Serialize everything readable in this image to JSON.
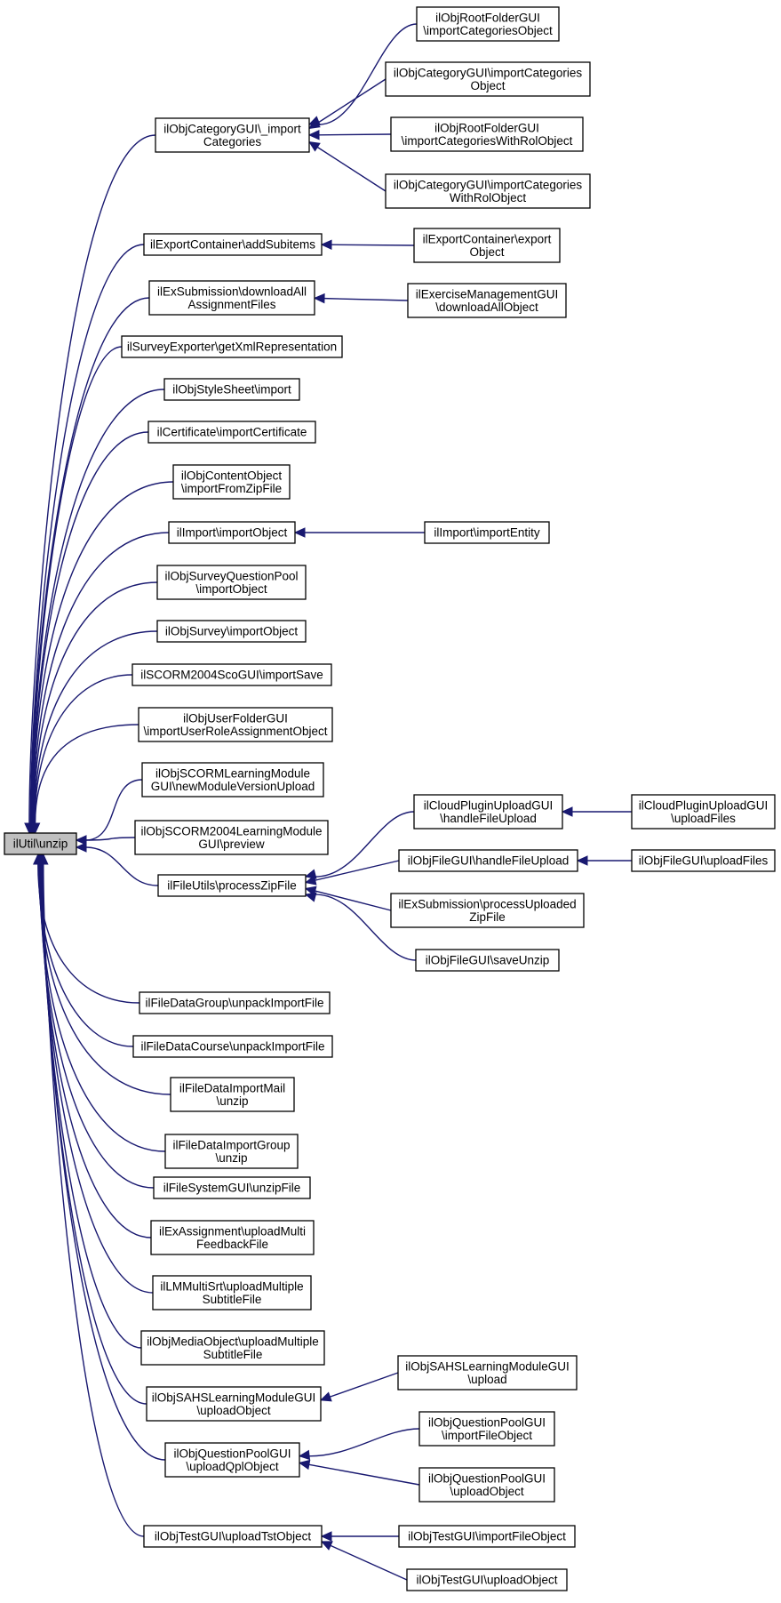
{
  "colors": {
    "edge": "#191970",
    "root_fill": "#bfbfbf",
    "node_fill": "#ffffff",
    "node_stroke": "#000000"
  },
  "nodes": {
    "root": [
      "ilUtil\\unzip"
    ],
    "cat_import": [
      "ilObjCategoryGUI\\_import",
      "Categories"
    ],
    "rf_impcat": [
      "ilObjRootFolderGUI",
      "\\importCategoriesObject"
    ],
    "cg_impcat": [
      "ilObjCategoryGUI\\importCategories",
      "Object"
    ],
    "rf_impcatrol": [
      "ilObjRootFolderGUI",
      "\\importCategoriesWithRolObject"
    ],
    "cg_impcatrol": [
      "ilObjCategoryGUI\\importCategories",
      "WithRolObject"
    ],
    "exp_add": [
      "ilExportContainer\\addSubitems"
    ],
    "exp_obj": [
      "ilExportContainer\\export",
      "Object"
    ],
    "exsub_dl": [
      "ilExSubmission\\downloadAll",
      "AssignmentFiles"
    ],
    "exmgmt_dl": [
      "ilExerciseManagementGUI",
      "\\downloadAllObject"
    ],
    "survey_xml": [
      "ilSurveyExporter\\getXmlRepresentation"
    ],
    "style_imp": [
      "ilObjStyleSheet\\import"
    ],
    "cert_imp": [
      "ilCertificate\\importCertificate"
    ],
    "cont_zip": [
      "ilObjContentObject",
      "\\importFromZipFile"
    ],
    "imp_obj": [
      "ilImport\\importObject"
    ],
    "imp_ent": [
      "ilImport\\importEntity"
    ],
    "sqp_imp": [
      "ilObjSurveyQuestionPool",
      "\\importObject"
    ],
    "survey_imp": [
      "ilObjSurvey\\importObject"
    ],
    "sco_save": [
      "ilSCORM2004ScoGUI\\importSave"
    ],
    "uf_role": [
      "ilObjUserFolderGUI",
      "\\importUserRoleAssignmentObject"
    ],
    "slm_newver": [
      "ilObjSCORMLearningModule",
      "GUI\\newModuleVersionUpload"
    ],
    "s2004_prev": [
      "ilObjSCORM2004LearningModule",
      "GUI\\preview"
    ],
    "fu_zip": [
      "ilFileUtils\\processZipFile"
    ],
    "cloud_hfu": [
      "ilCloudPluginUploadGUI",
      "\\handleFileUpload"
    ],
    "cloud_up": [
      "ilCloudPluginUploadGUI",
      "\\uploadFiles"
    ],
    "file_hfu": [
      "ilObjFileGUI\\handleFileUpload"
    ],
    "file_up": [
      "ilObjFileGUI\\uploadFiles"
    ],
    "exsub_proc": [
      "ilExSubmission\\processUploaded",
      "ZipFile"
    ],
    "file_save": [
      "ilObjFileGUI\\saveUnzip"
    ],
    "fdg_unpack": [
      "ilFileDataGroup\\unpackImportFile"
    ],
    "fdc_unpack": [
      "ilFileDataCourse\\unpackImportFile"
    ],
    "fdim_unzip": [
      "ilFileDataImportMail",
      "\\unzip"
    ],
    "fdig_unzip": [
      "ilFileDataImportGroup",
      "\\unzip"
    ],
    "fs_unzip": [
      "ilFileSystemGUI\\unzipFile"
    ],
    "exas_up": [
      "ilExAssignment\\uploadMulti",
      "FeedbackFile"
    ],
    "lmms_up": [
      "ilLMMultiSrt\\uploadMultiple",
      "SubtitleFile"
    ],
    "mob_up": [
      "ilObjMediaObject\\uploadMultiple",
      "SubtitleFile"
    ],
    "sahs_upobj": [
      "ilObjSAHSLearningModuleGUI",
      "\\uploadObject"
    ],
    "sahs_up": [
      "ilObjSAHSLearningModuleGUI",
      "\\upload"
    ],
    "qp_upqpl": [
      "ilObjQuestionPoolGUI",
      "\\uploadQplObject"
    ],
    "qp_impfile": [
      "ilObjQuestionPoolGUI",
      "\\importFileObject"
    ],
    "qp_upobj": [
      "ilObjQuestionPoolGUI",
      "\\uploadObject"
    ],
    "tst_uptst": [
      "ilObjTestGUI\\uploadTstObject"
    ],
    "tst_impfile": [
      "ilObjTestGUI\\importFileObject"
    ],
    "tst_upobj": [
      "ilObjTestGUI\\uploadObject"
    ]
  }
}
